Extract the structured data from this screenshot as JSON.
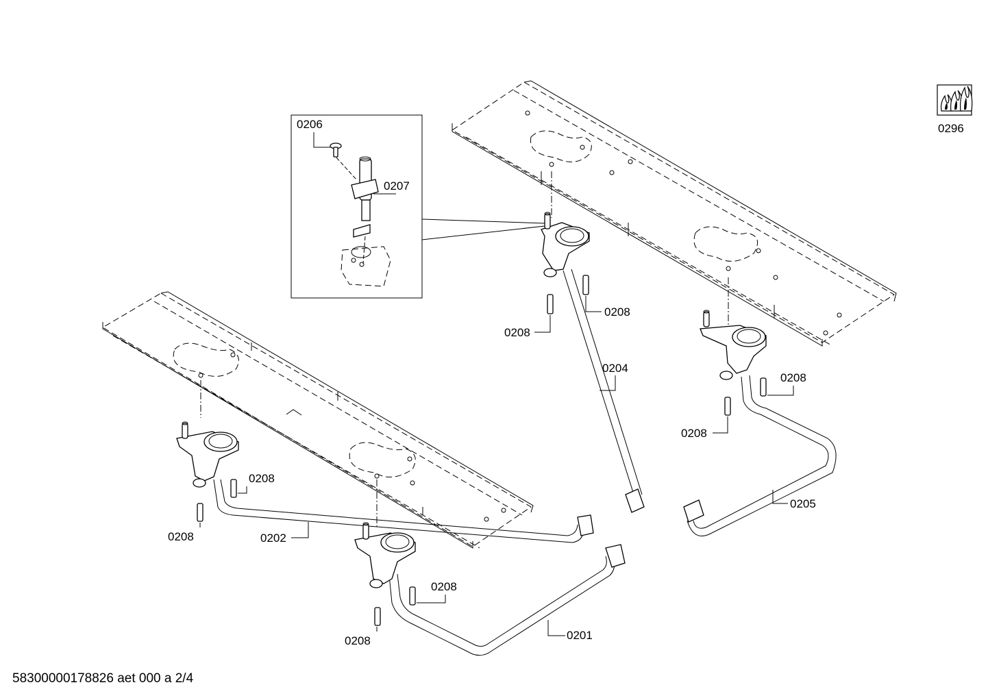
{
  "labels": {
    "l0206": "0206",
    "l0207": "0207",
    "l0296": "0296",
    "l0208_a": "0208",
    "l0208_b": "0208",
    "l0204": "0204",
    "l0208_c": "0208",
    "l0208_d": "0208",
    "l0208_e": "0208",
    "l0208_f": "0208",
    "l0202": "0202",
    "l0205": "0205",
    "l0208_g": "0208",
    "l0208_h": "0208",
    "l0201": "0201"
  },
  "footer": "58300000178826 aet 000 a 2/4",
  "icons": {
    "gas_symbol": "gas-flame-symbol-icon"
  }
}
